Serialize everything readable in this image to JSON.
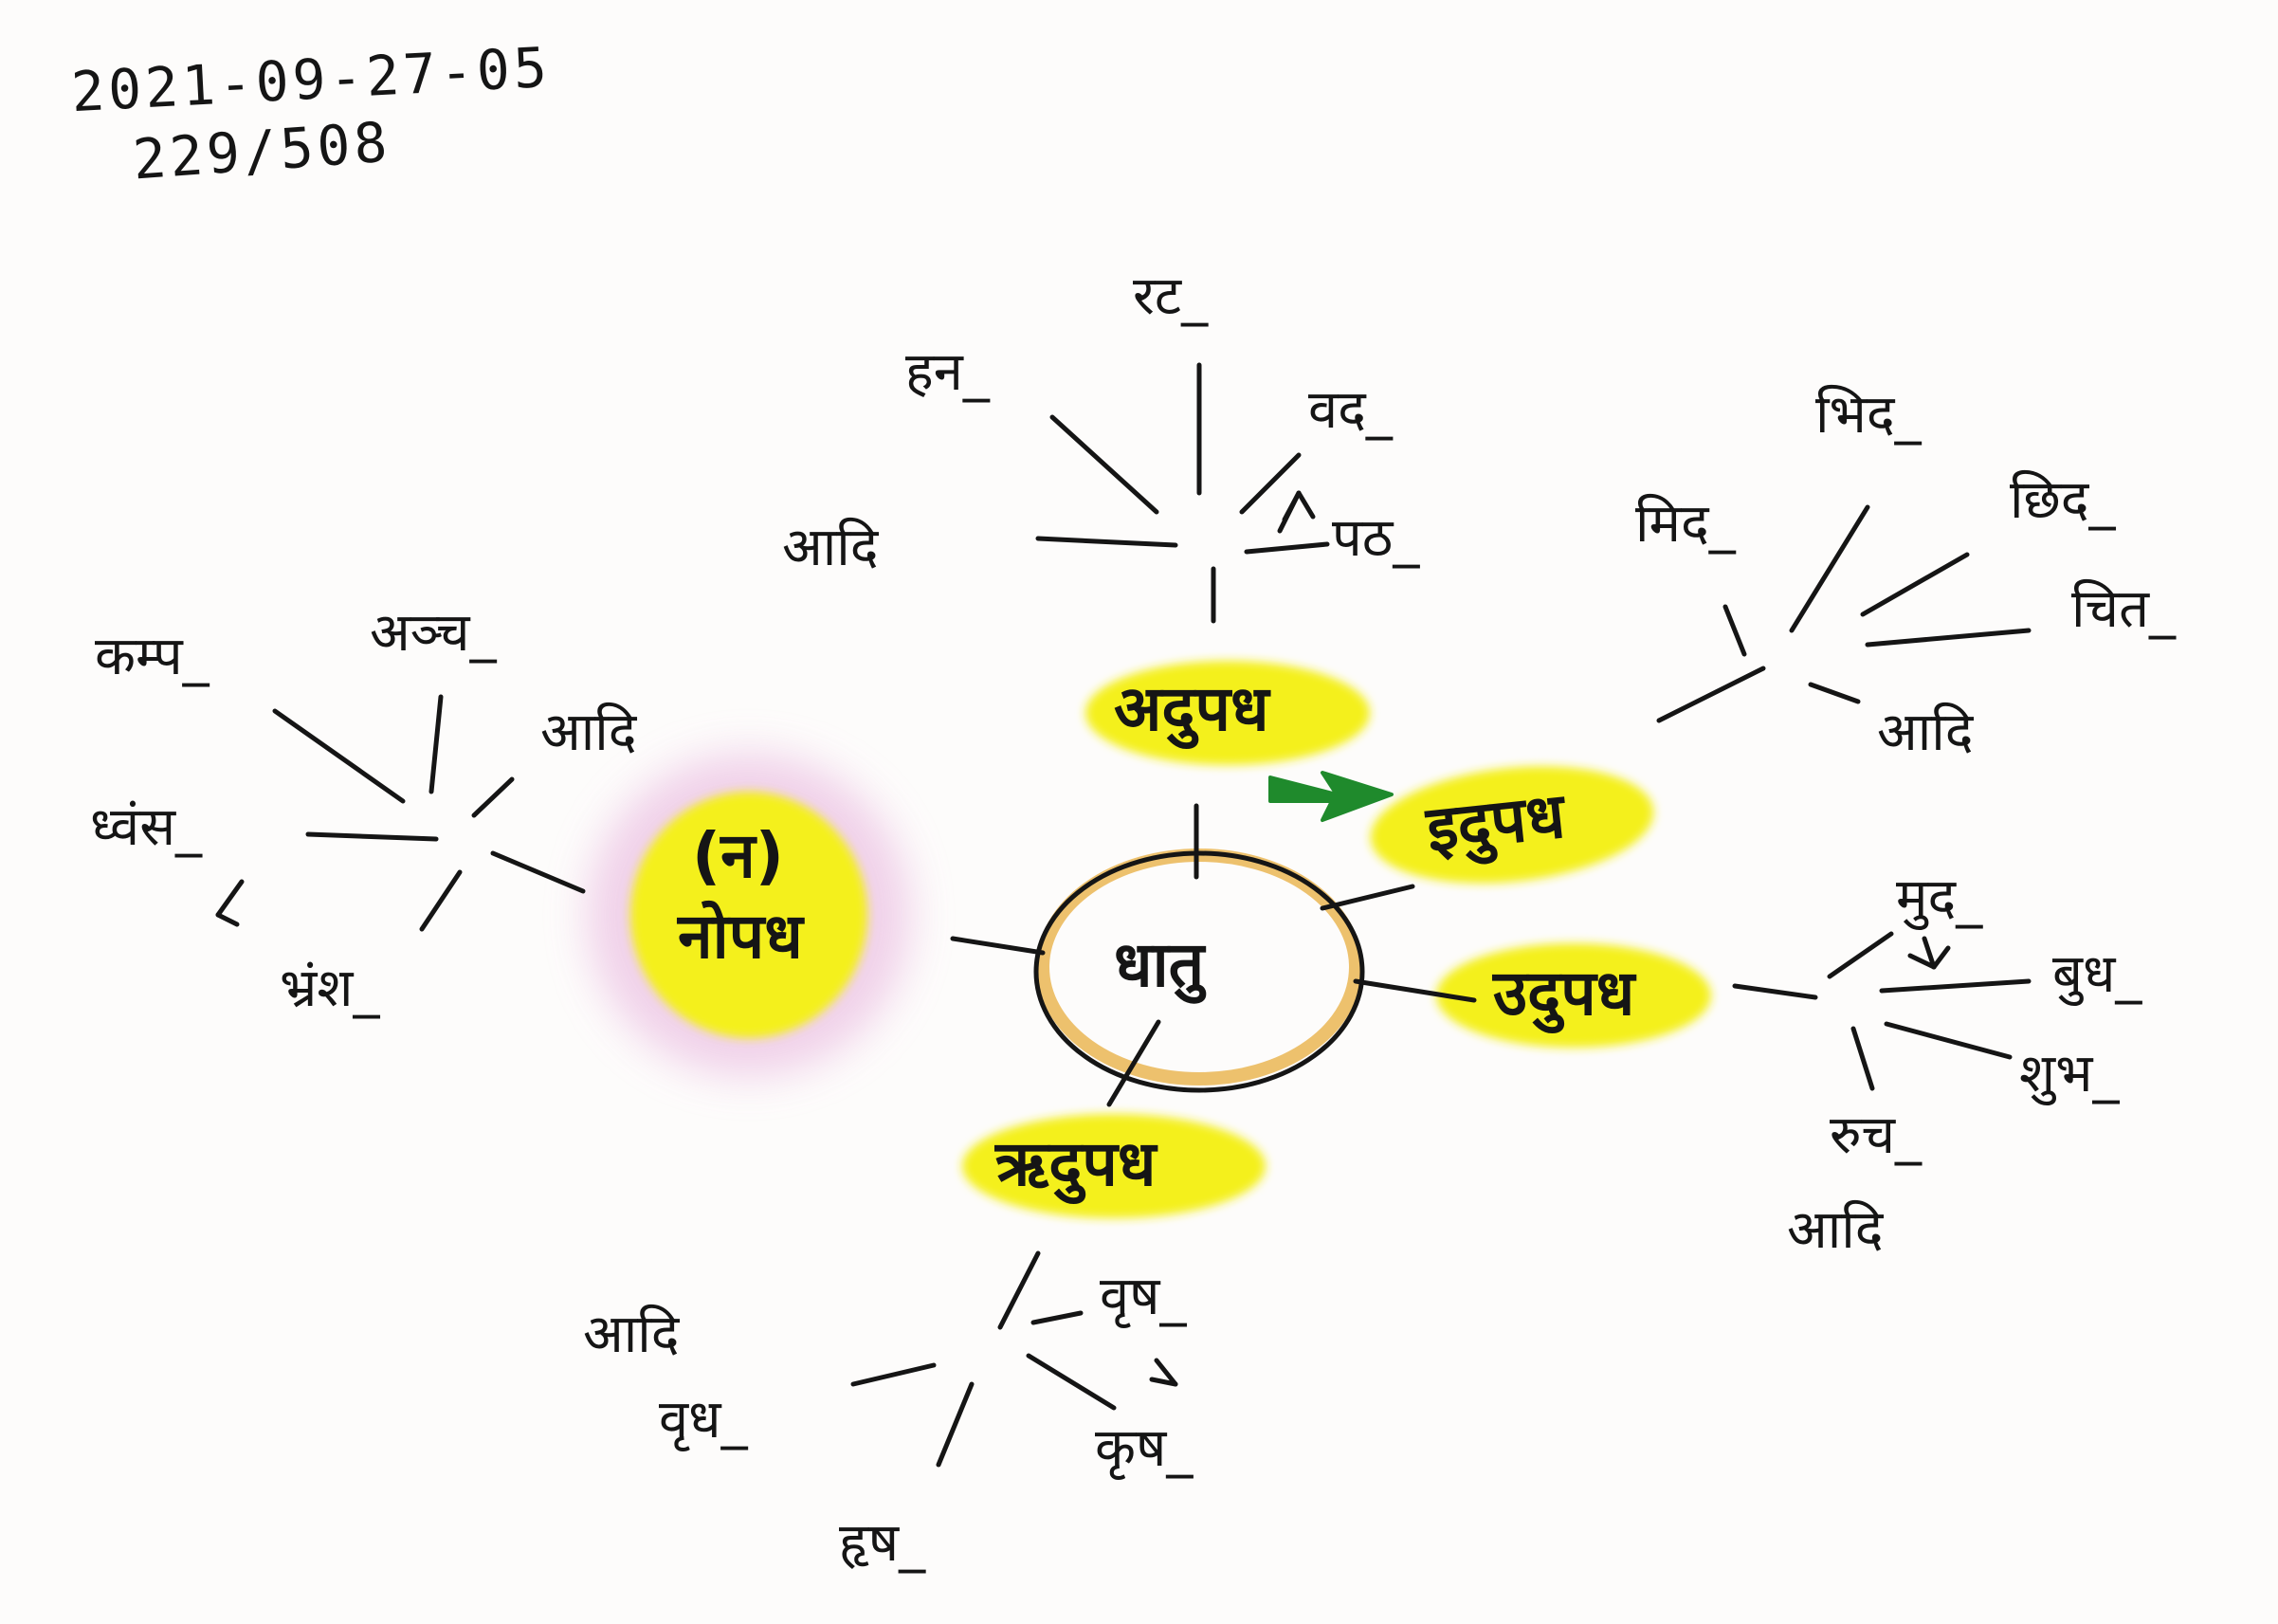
{
  "header": {
    "date": "2021-09-27-05",
    "page": "229/508"
  },
  "center": {
    "label": "धातु"
  },
  "branches": {
    "adupadha": {
      "label": "अदुपध",
      "leaves": [
        "रट_",
        "हन_",
        "वद_",
        "पठ_",
        "आदि"
      ]
    },
    "idupadha": {
      "label": "इदुपध",
      "leaves": [
        "भिद_",
        "मिद_",
        "छिद_",
        "चित_",
        "आदि"
      ]
    },
    "udupadha": {
      "label": "उदुपध",
      "leaves": [
        "मुद_",
        "बुध_",
        "शुभ_",
        "रुच_",
        "आदि"
      ]
    },
    "rdupadha": {
      "label": "ऋदुपध",
      "leaves": [
        "आदि",
        "वृष_",
        "वृध_",
        "कृष_",
        "हृष_"
      ]
    },
    "nopadha": {
      "label_top": "(न)",
      "label": "नोपध",
      "leaves": [
        "कम्प_",
        "अञ्च_",
        "आदि",
        "ध्वंस_",
        "भ्रंश_"
      ]
    }
  },
  "colors": {
    "highlight": "#f4f01c",
    "center_ring": "#e8b24a",
    "arrow": "#1f8a2c",
    "ink": "#151515",
    "pink_glow": "#eec9e6"
  }
}
